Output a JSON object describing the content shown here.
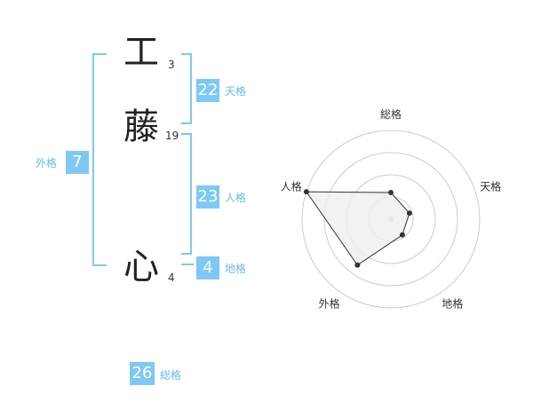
{
  "name": {
    "chars": [
      {
        "char": "工",
        "strokes": "3"
      },
      {
        "char": "藤",
        "strokes": "19"
      },
      {
        "char": "心",
        "strokes": "4"
      }
    ]
  },
  "fortunes": {
    "tenkaku": {
      "value": "22",
      "label": "天格"
    },
    "jinkaku": {
      "value": "23",
      "label": "人格"
    },
    "chikaku": {
      "value": "4",
      "label": "地格"
    },
    "gaikaku": {
      "value": "7",
      "label": "外格"
    },
    "soukaku": {
      "value": "26",
      "label": "総格"
    }
  },
  "chart_data": {
    "type": "radar",
    "axes": [
      "総格",
      "天格",
      "地格",
      "外格",
      "人格"
    ],
    "values": [
      0.3,
      0.22,
      0.22,
      0.64,
      1.0
    ],
    "rings": 4,
    "colors": {
      "fill": "#efefef",
      "line": "#333333",
      "ring": "#cccccc",
      "point": "#333333"
    }
  }
}
